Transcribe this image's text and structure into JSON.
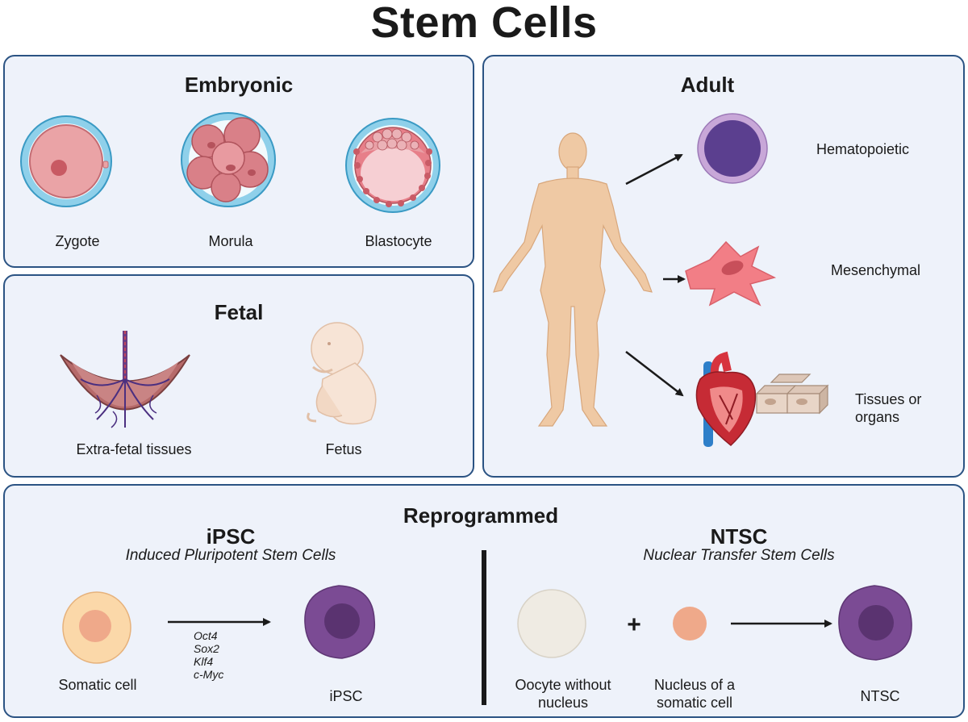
{
  "title": "Stem Cells",
  "embryonic": {
    "title": "Embryonic",
    "labels": [
      "Zygote",
      "Morula",
      "Blastocyte"
    ]
  },
  "fetal": {
    "title": "Fetal",
    "labels": [
      "Extra-fetal tissues",
      "Fetus"
    ]
  },
  "adult": {
    "title": "Adult",
    "labels": [
      "Hematopoietic",
      "Mesenchymal",
      "Tissues or organs"
    ]
  },
  "reprogrammed": {
    "title": "Reprogrammed",
    "ipsc": {
      "title": "iPSC",
      "subtitle": "Induced Pluripotent Stem Cells",
      "somatic_label": "Somatic cell",
      "factors": [
        "Oct4",
        "Sox2",
        "Klf4",
        "c-Myc"
      ],
      "result_label": "iPSC"
    },
    "ntsc": {
      "title": "NTSC",
      "subtitle": "Nuclear Transfer Stem Cells",
      "oocyte_label": "Oocyte without nucleus",
      "plus": "+",
      "nucleus_label": "Nucleus of a somatic cell",
      "result_label": "NTSC"
    }
  },
  "colors": {
    "panel_border": "#2b5383",
    "panel_bg": "#eef2fa",
    "cell_purple": "#7b4b94",
    "nucleus_purple": "#5a3370",
    "blood_cell": "#5b3f8f",
    "mesenchymal": "#f07a82",
    "zona": "#7cc6e3",
    "embryo_pink": "#e79a9f"
  }
}
